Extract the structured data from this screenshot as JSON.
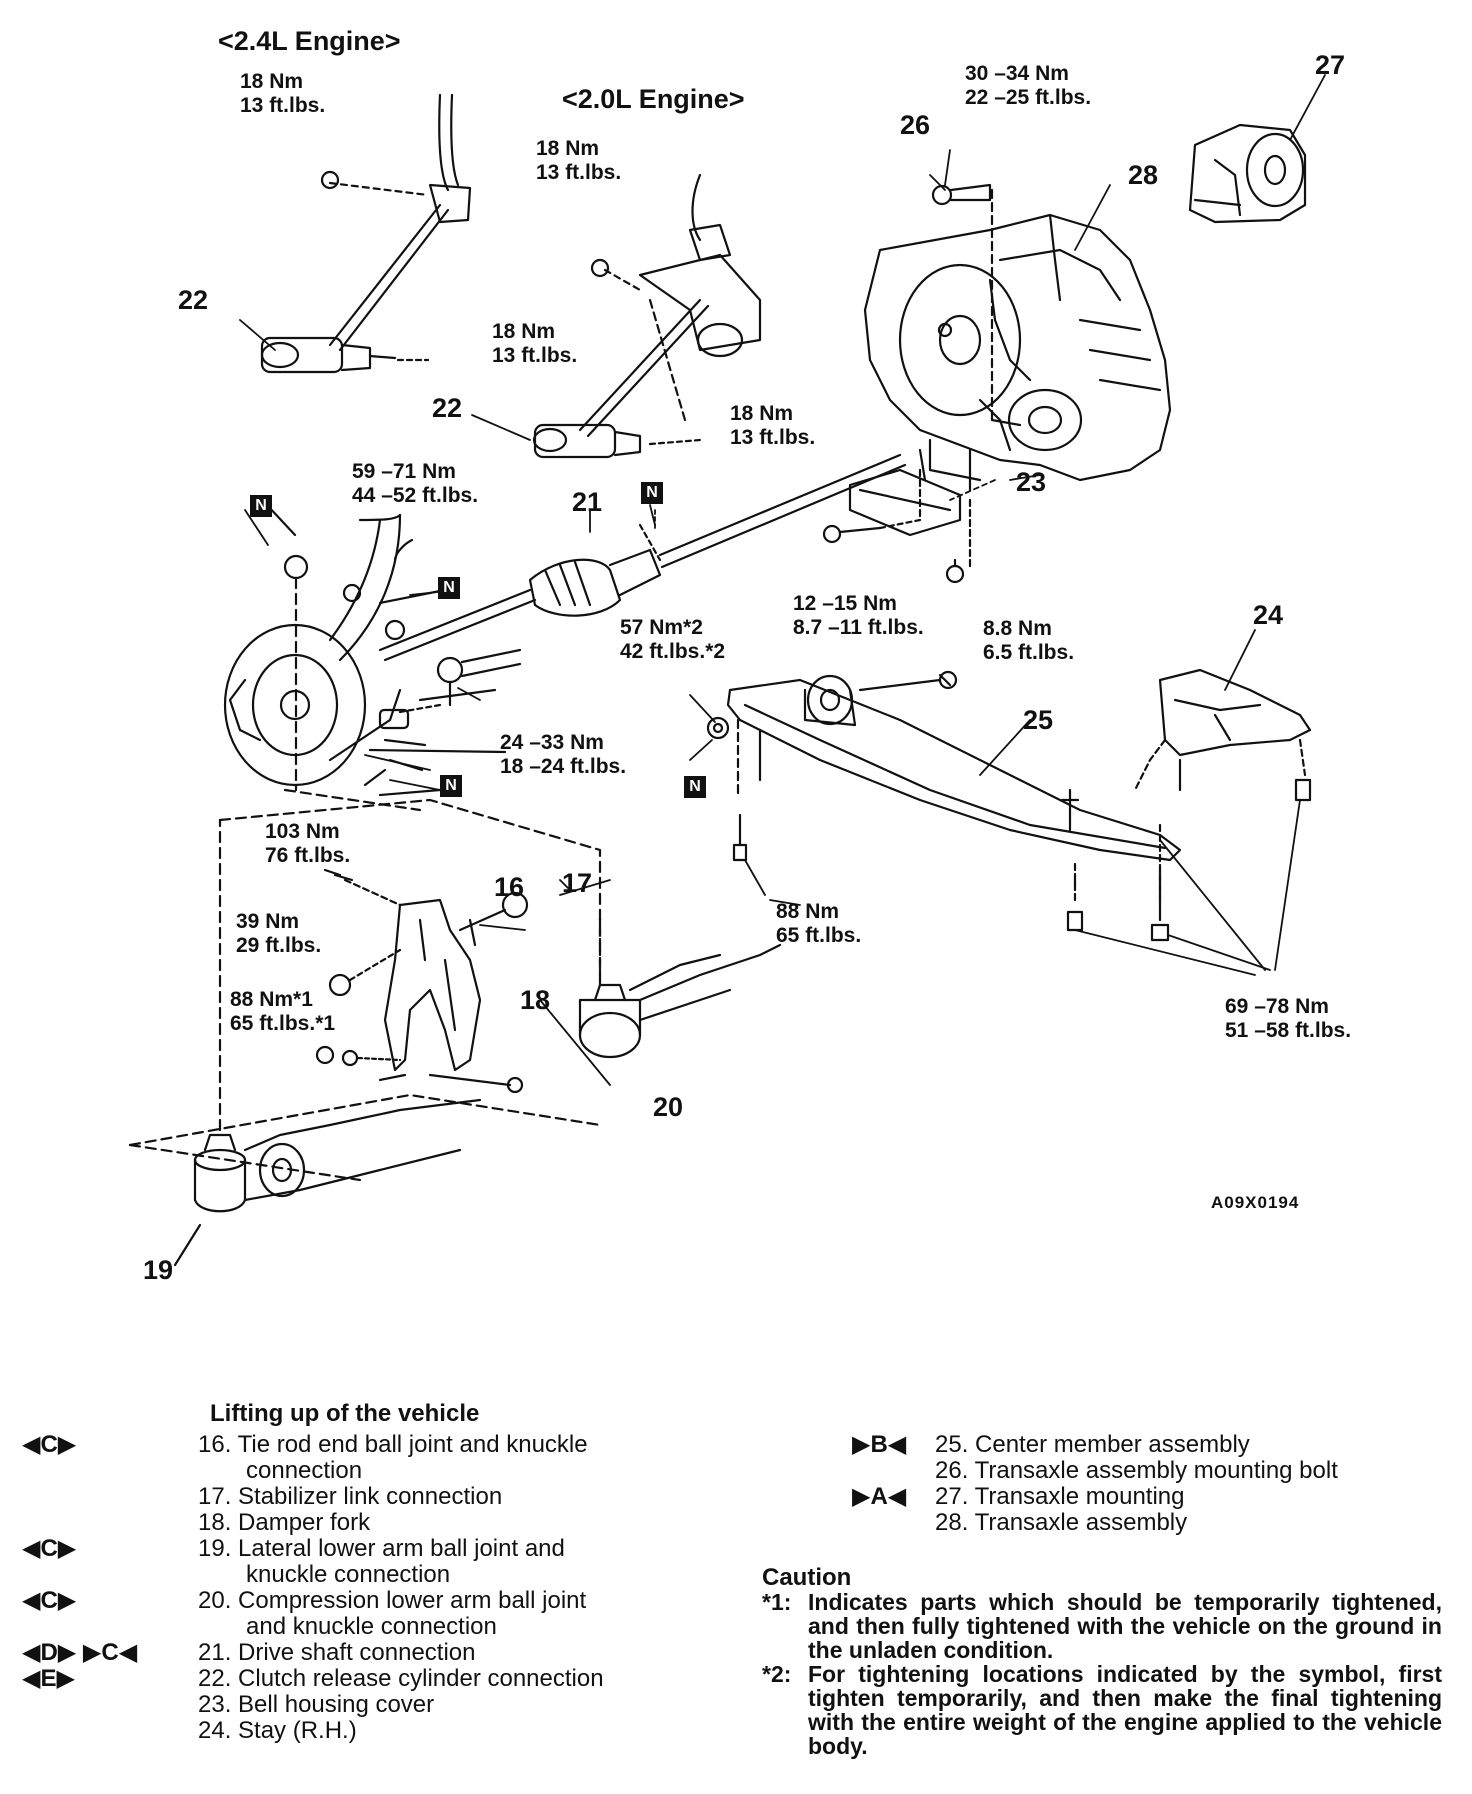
{
  "headers": {
    "engine_24": "<2.4L Engine>",
    "engine_20": "<2.0L Engine>"
  },
  "torques": [
    {
      "nm": "18 Nm",
      "ft": "13 ft.lbs."
    },
    {
      "nm": "18 Nm",
      "ft": "13 ft.lbs."
    },
    {
      "nm": "18 Nm",
      "ft": "13 ft.lbs."
    },
    {
      "nm": "18 Nm",
      "ft": "13 ft.lbs."
    },
    {
      "nm": "30 –34 Nm",
      "ft": "22 –25 ft.lbs."
    },
    {
      "nm": "59 –71 Nm",
      "ft": "44 –52 ft.lbs."
    },
    {
      "nm": "12 –15 Nm",
      "ft": "8.7 –11 ft.lbs."
    },
    {
      "nm": "8.8 Nm",
      "ft": "6.5 ft.lbs."
    },
    {
      "nm": "57 Nm*2",
      "ft": "42 ft.lbs.*2"
    },
    {
      "nm": "24 –33 Nm",
      "ft": "18 –24 ft.lbs."
    },
    {
      "nm": "103 Nm",
      "ft": "76 ft.lbs."
    },
    {
      "nm": "39 Nm",
      "ft": "29 ft.lbs."
    },
    {
      "nm": "88 Nm*1",
      "ft": "65 ft.lbs.*1"
    },
    {
      "nm": "88 Nm",
      "ft": "65 ft.lbs."
    },
    {
      "nm": "69 –78 Nm",
      "ft": "51 –58 ft.lbs."
    }
  ],
  "callouts": [
    "16",
    "17",
    "18",
    "19",
    "20",
    "21",
    "22",
    "22",
    "23",
    "24",
    "25",
    "26",
    "27",
    "28"
  ],
  "n_symbol": "N",
  "figure_code": "A09X0194",
  "legend": {
    "title": "Lifting up of the vehicle",
    "items": [
      {
        "sym": "◀C▶",
        "text": "16. Tie rod end ball joint and knuckle"
      },
      {
        "sym": "",
        "text": "connection"
      },
      {
        "sym": "",
        "text": "17. Stabilizer link connection"
      },
      {
        "sym": "",
        "text": "18. Damper fork"
      },
      {
        "sym": "◀C▶",
        "text": "19. Lateral lower arm ball joint and"
      },
      {
        "sym": "",
        "text": "knuckle connection"
      },
      {
        "sym": "◀C▶",
        "text": "20. Compression lower arm ball joint"
      },
      {
        "sym": "",
        "text": "and knuckle connection"
      },
      {
        "sym": "◀D▶  ▶C◀",
        "text": "21. Drive shaft connection"
      },
      {
        "sym": "◀E▶",
        "text": "22. Clutch release cylinder connection"
      },
      {
        "sym": "",
        "text": "23. Bell housing cover"
      },
      {
        "sym": "",
        "text": "24. Stay (R.H.)"
      }
    ],
    "items_right": [
      {
        "sym": "▶B◀",
        "text": "25. Center member assembly"
      },
      {
        "sym": "",
        "text": "26. Transaxle assembly mounting bolt"
      },
      {
        "sym": "▶A◀",
        "text": "27. Transaxle mounting"
      },
      {
        "sym": "",
        "text": "28. Transaxle assembly"
      }
    ]
  },
  "caution": {
    "title": "Caution",
    "notes": [
      {
        "mark": "*1:",
        "text": "Indicates parts which should be temporarily tightened, and then fully tightened with the vehicle on the ground in the unladen condition."
      },
      {
        "mark": "*2:",
        "text": "For tightening locations indicated by the symbol, first tighten temporarily, and then make the final tightening with the entire weight of the engine applied to the vehicle body."
      }
    ]
  }
}
